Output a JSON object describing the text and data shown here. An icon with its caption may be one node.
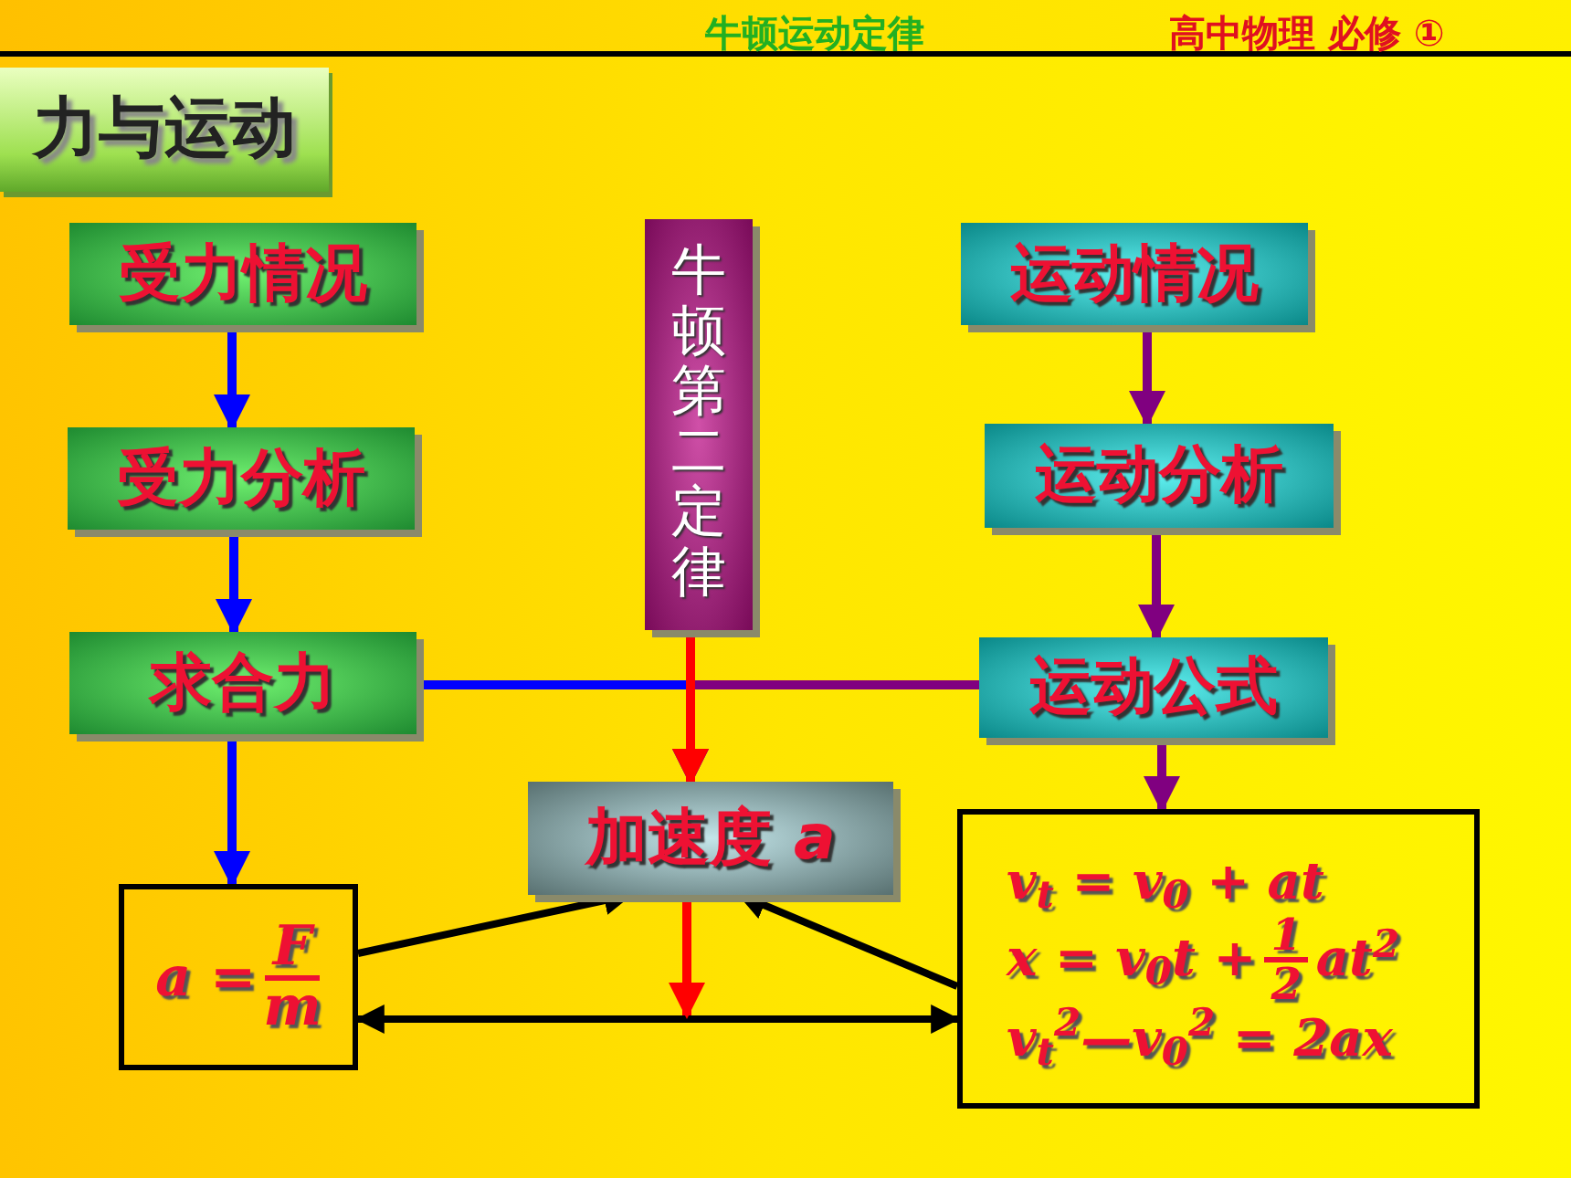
{
  "diagram": {
    "nodes": [
      {
        "text": [
          "受力情况"
        ]
      },
      {
        "text": [
          "受力分析"
        ]
      },
      {
        "text": [
          "求合力"
        ]
      },
      {
        "text": [
          "a =",
          "F",
          "m"
        ]
      },
      {
        "text": [
          "牛顿第二定律"
        ]
      },
      {
        "text": [
          "运动情况"
        ]
      },
      {
        "text": [
          "运动分析"
        ]
      },
      {
        "text": [
          "运动公式"
        ]
      },
      {
        "text": [
          "加速度 *a*"
        ]
      },
      {
        "text": [
          "v$_{t}$ = v$_{0}$ + at",
          "x = v$_{0}$t +",
          "1",
          "2",
          "at$^{2}$",
          "v$_{t}$$^{2}$—v$_{0}$$^{2}$ = 2ax"
        ]
      },
      {
        "text": [
          "力与运动"
        ]
      }
    ],
    "edges": [
      {
        "from": 0,
        "to": 1,
        "arrow": "to",
        "color": "#0000ff"
      },
      {
        "from": 1,
        "to": 2,
        "arrow": "to",
        "color": "#0000ff"
      },
      {
        "from": 2,
        "to": 3,
        "arrow": "to",
        "color": "#0000ff"
      },
      {
        "from": 5,
        "to": 6,
        "arrow": "to",
        "color": "#800080"
      },
      {
        "from": 6,
        "to": 7,
        "arrow": "to",
        "color": "#800080"
      },
      {
        "from": 7,
        "to": 9,
        "arrow": "to",
        "color": "#800080"
      },
      {
        "from": 4,
        "to": 8,
        "arrow": "to",
        "color": "#ff0000"
      },
      {
        "from": 2,
        "to": 8,
        "arrow": "to",
        "color": "#0000ff"
      },
      {
        "from": 7,
        "to": 8,
        "arrow": "to",
        "color": "#800080"
      },
      {
        "from": 3,
        "to": 8,
        "arrow": "to",
        "color": "#000000"
      },
      {
        "from": 9,
        "to": 8,
        "arrow": "to",
        "color": "#000000"
      },
      {
        "from": 3,
        "to": 9,
        "arrow": "both",
        "color": "#000000"
      },
      {
        "from": 8,
        "to": null,
        "arrow": "to",
        "color": "#ff0000"
      }
    ],
    "labels": [
      "牛顿运动定律",
      "高中物理 必修 ①"
    ]
  }
}
